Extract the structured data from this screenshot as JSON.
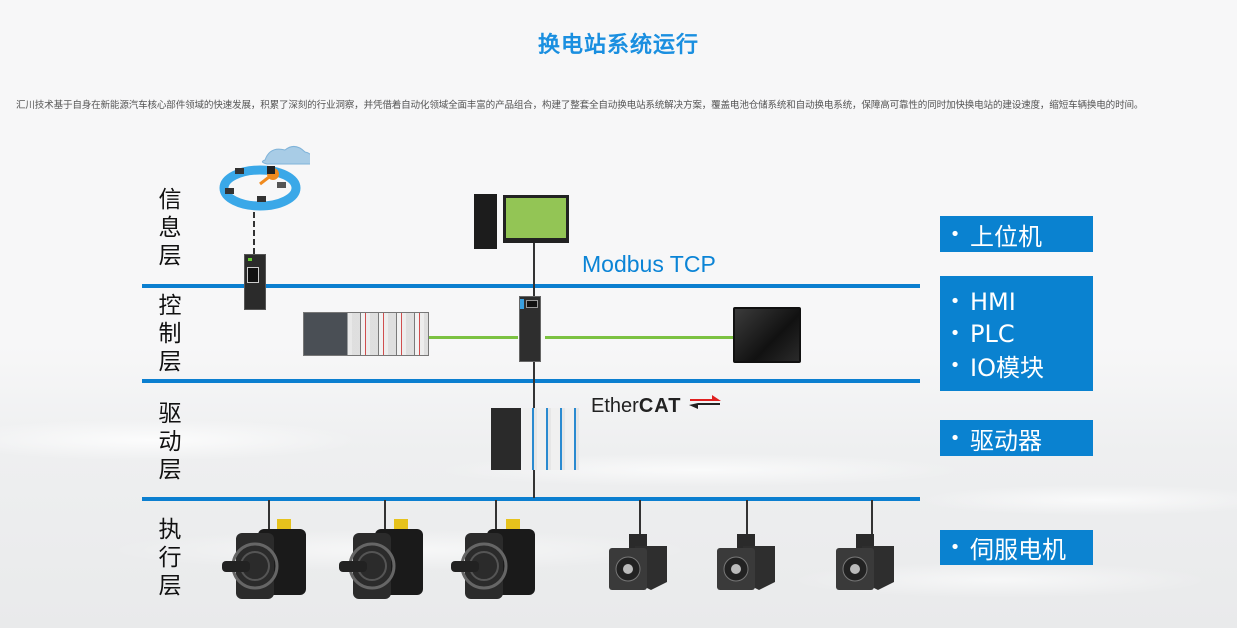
{
  "title": "换电站系统运行",
  "intro": "汇川技术基于自身在新能源汽车核心部件领域的快速发展，积累了深刻的行业洞察，并凭借着自动化领域全面丰富的产品组合，构建了整套全自动换电站系统解决方案，覆盖电池仓储系统和自动换电系统，保障高可靠性的同时加快换电站的建设速度，缩短车辆换电的时间。",
  "colors": {
    "accent": "#0a82d0",
    "title": "#1a8fe0",
    "ethernet_link": "#7cc242"
  },
  "layers": [
    {
      "label": "信息层",
      "chars": [
        "信",
        "息",
        "层"
      ]
    },
    {
      "label": "控制层",
      "chars": [
        "控",
        "制",
        "层"
      ]
    },
    {
      "label": "驱动层",
      "chars": [
        "驱",
        "动",
        "层"
      ]
    },
    {
      "label": "执行层",
      "chars": [
        "执",
        "行",
        "层"
      ]
    }
  ],
  "network_labels": {
    "modbus": "Modbus TCP",
    "ethercat_prefix": "Ether",
    "ethercat_suffix": "CAT"
  },
  "devices": {
    "info": [
      "cloud-network-icon",
      "gateway-icon",
      "pc-tower-icon",
      "monitor-icon"
    ],
    "control": [
      "plc-rack-icon",
      "controller-icon",
      "hmi-panel-icon"
    ],
    "drive": [
      "servo-drive-rack-icon"
    ],
    "actuator_count_large": 3,
    "actuator_count_small": 3
  },
  "right_boxes": [
    {
      "items": [
        "上位机"
      ]
    },
    {
      "items": [
        "HMI",
        "PLC",
        "IO模块"
      ]
    },
    {
      "items": [
        "驱动器"
      ]
    },
    {
      "items": [
        "伺服电机"
      ]
    }
  ],
  "bullet": "•"
}
